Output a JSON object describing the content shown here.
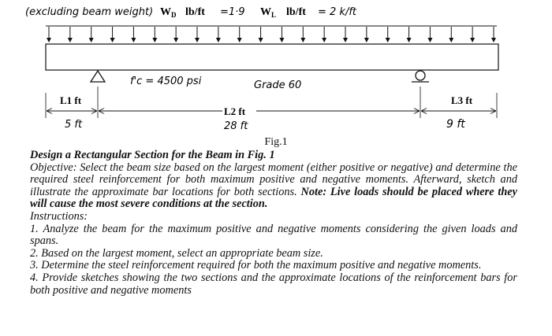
{
  "figure": {
    "top_label_note": "(excluding beam weight)",
    "dead_load_label": "W",
    "dead_load_sub": "D",
    "dead_load_unit": "lb/ft",
    "dead_load_value": "=1·9",
    "live_load_label": "W",
    "live_load_sub": "L",
    "live_load_unit": "lb/ft",
    "live_load_value": "= 2 k/ft",
    "fc_label": "f'c = 4500 psi",
    "grade_label": "Grade 60",
    "span1_label": "L1 ft",
    "span1_value": "5 ft",
    "span2_label": "L2 ft",
    "span2_value": "28 ft",
    "span3_label": "L3 ft",
    "span3_value": "9 ft"
  },
  "caption": "Fig.1",
  "title": "Design a Rectangular Section for the Beam in Fig. 1",
  "objective": "Objective: Select the beam size based on the largest moment (either positive or negative) and determine the required steel reinforcement for both maximum positive and negative moments. Afterward, sketch and illustrate the approximate bar locations for both sections.",
  "note": "Note: Live loads should be placed where they will cause the most severe conditions at the section.",
  "instructions_heading": "Instructions:",
  "instructions": [
    "1. Analyze the beam for the maximum positive and negative moments considering the given loads and spans.",
    "2. Based on the largest moment, select an appropriate beam size.",
    "3. Determine the steel reinforcement required for both the maximum positive and negative moments.",
    "4. Provide sketches showing the two sections and the approximate locations of the reinforcement bars for both positive and negative moments"
  ]
}
